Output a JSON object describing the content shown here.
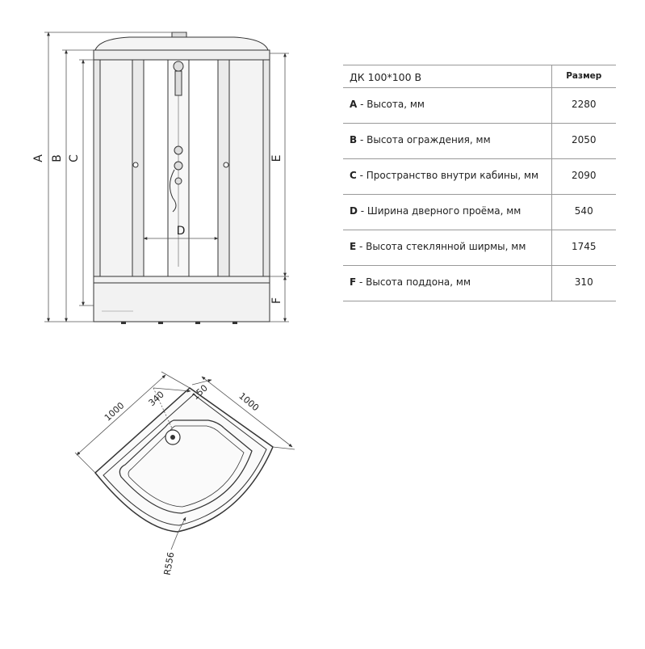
{
  "front_view": {
    "dim_letters": {
      "a": "A",
      "b": "B",
      "c": "C",
      "d": "D",
      "e": "E",
      "f": "F"
    }
  },
  "table": {
    "header": {
      "model": "ДК 100*100 В",
      "value_heading": "Размер"
    },
    "rows": [
      {
        "letter": "A",
        "text": " - Высота, мм",
        "value": "2280"
      },
      {
        "letter": "B",
        "text": " - Высота ограждения, мм",
        "value": "2050"
      },
      {
        "letter": "C",
        "text": " - Пространство внутри кабины, мм",
        "value": "2090"
      },
      {
        "letter": "D",
        "text": " - Ширина дверного проёма, мм",
        "value": "540"
      },
      {
        "letter": "E",
        "text": " - Высота стеклянной ширмы, мм",
        "value": "1745"
      },
      {
        "letter": "F",
        "text": " - Высота поддона, мм",
        "value": "310"
      }
    ]
  },
  "plan_view": {
    "dim_left": "1000",
    "dim_right": "1000",
    "dim_drain": "340",
    "dim_corner": "150",
    "dim_radius": "R556"
  }
}
